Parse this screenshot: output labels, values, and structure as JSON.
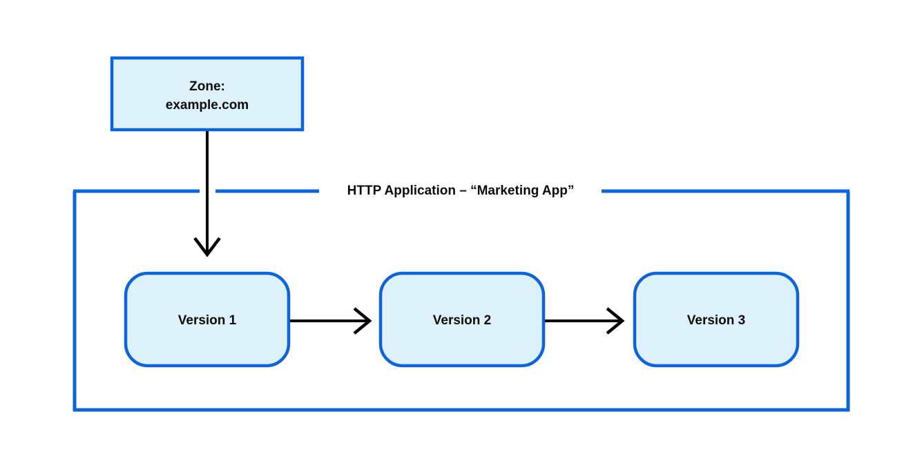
{
  "diagram": {
    "type": "flow-diagram",
    "background_color": "#ffffff",
    "colors": {
      "node_border": "#0d63dc",
      "node_fill": "#ddf1fb",
      "group_border": "#0d63dc",
      "arrow": "#000000",
      "text": "#0b0b0b"
    },
    "zone_node": {
      "label_line1": "Zone:",
      "label_line2": "example.com",
      "shape": "rectangle"
    },
    "group": {
      "title": "HTTP Application – “Marketing App”",
      "border_style": "solid-with-title-gap",
      "top_border_gap_for_arrow": true
    },
    "version_nodes": [
      {
        "label": "Version 1",
        "shape": "rounded-rectangle"
      },
      {
        "label": "Version 2",
        "shape": "rounded-rectangle"
      },
      {
        "label": "Version 3",
        "shape": "rounded-rectangle"
      }
    ],
    "connectors": [
      {
        "name": "zone-to-version-1",
        "direction": "down",
        "head": "chevron"
      },
      {
        "name": "version-1-to-version-2",
        "direction": "right",
        "head": "chevron"
      },
      {
        "name": "version-2-to-version-3",
        "direction": "right",
        "head": "chevron"
      }
    ]
  }
}
